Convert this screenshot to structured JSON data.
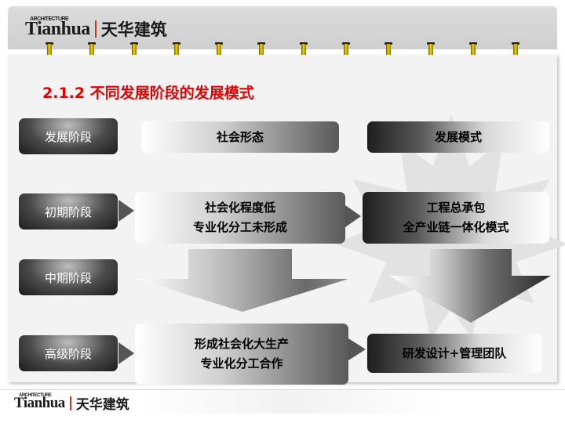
{
  "brand": {
    "en_small": "ARCHITECTURE",
    "en": "Tianhua",
    "cn": "天华建筑"
  },
  "title": "2.1.2 不同发展阶段的发展模式",
  "stages": [
    "发展阶段",
    "初期阶段",
    "中期阶段",
    "高级阶段"
  ],
  "columns": {
    "social": "社会形态",
    "mode": "发展模式"
  },
  "early": {
    "social": [
      "社会化程度低",
      "专业化分工未形成"
    ],
    "mode": [
      "工程总承包",
      "全产业链一体化模式"
    ]
  },
  "advanced": {
    "social": [
      "形成社会化大生产",
      "专业化分工合作"
    ],
    "mode": [
      "研发设计+管理团队"
    ]
  },
  "colors": {
    "title": "#e00000",
    "ring": "#f5d400"
  }
}
